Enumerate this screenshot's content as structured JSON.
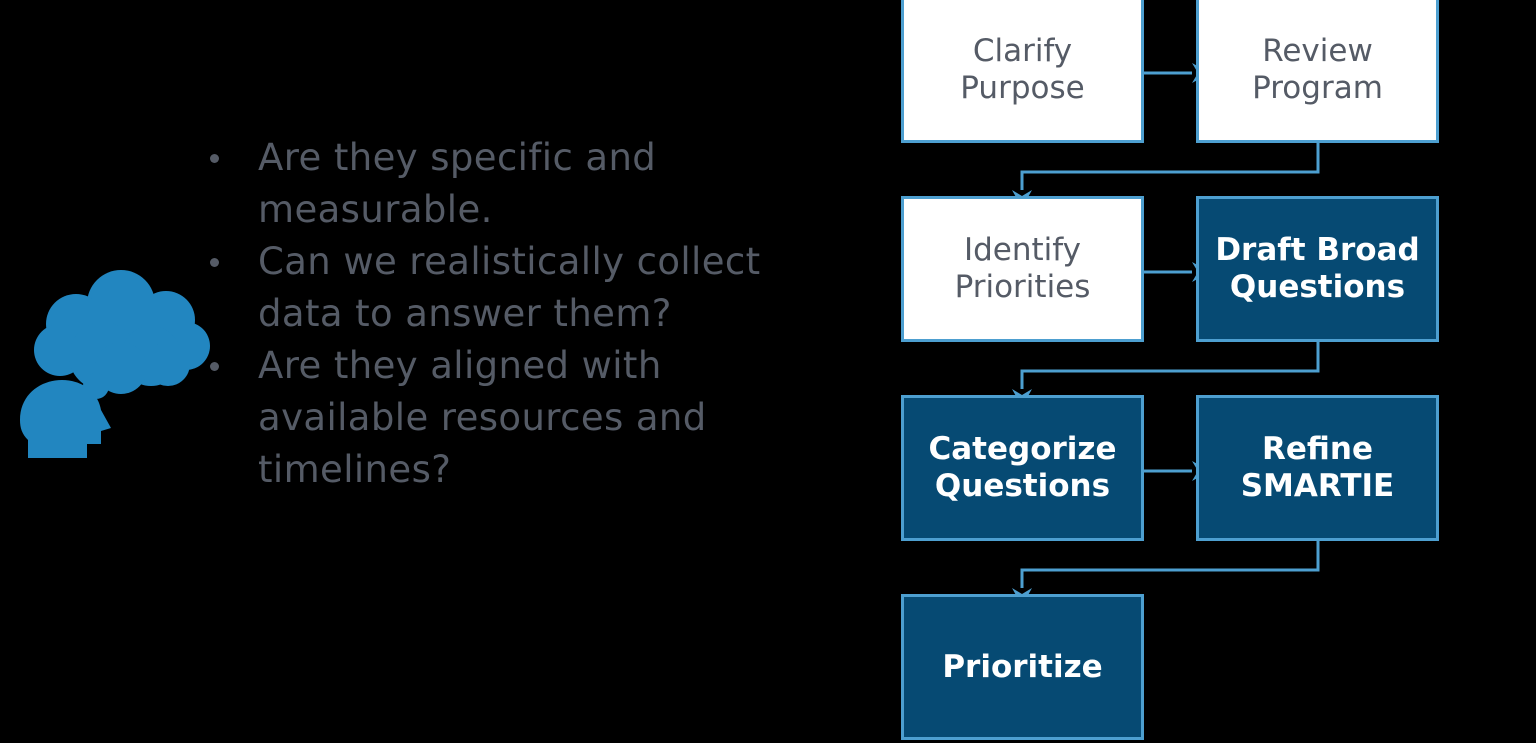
{
  "slide": {
    "background_color": "#000000",
    "accent_blue": "#2286c0",
    "node_dark_fill": "#064a73",
    "node_border": "#4d9fd0",
    "text_gray": "#555b66",
    "connector_color": "#4d9fd0"
  },
  "left_panel": {
    "icon": {
      "name": "thinking-head-icon",
      "color": "#2286c0"
    },
    "bullets": [
      "Are they specific and measurable.",
      "Can we realistically collect data to answer them?",
      "Are they aligned with available resources and timelines?"
    ]
  },
  "flowchart": {
    "nodes": [
      {
        "id": "clarify-purpose",
        "label": "Clarify\nPurpose",
        "style": "light"
      },
      {
        "id": "review-program",
        "label": "Review\nProgram",
        "style": "light"
      },
      {
        "id": "identify-priorities",
        "label": "Identify\nPriorities",
        "style": "light"
      },
      {
        "id": "draft-broad-questions",
        "label": "Draft Broad\nQuestions",
        "style": "dark"
      },
      {
        "id": "categorize-questions",
        "label": "Categorize\nQuestions",
        "style": "dark"
      },
      {
        "id": "refine-smartie",
        "label": "Refine\nSMARTIE",
        "style": "dark"
      },
      {
        "id": "prioritize",
        "label": "Prioritize",
        "style": "dark"
      }
    ],
    "connectors": [
      {
        "from": "clarify-purpose",
        "to": "review-program",
        "kind": "horizontal-arrow"
      },
      {
        "from": "review-program",
        "to": "identify-priorities",
        "kind": "elbow-down-arrow"
      },
      {
        "from": "identify-priorities",
        "to": "draft-broad-questions",
        "kind": "horizontal-arrow"
      },
      {
        "from": "draft-broad-questions",
        "to": "categorize-questions",
        "kind": "elbow-down-arrow"
      },
      {
        "from": "categorize-questions",
        "to": "refine-smartie",
        "kind": "horizontal-arrow"
      },
      {
        "from": "refine-smartie",
        "to": "prioritize",
        "kind": "elbow-down-arrow"
      }
    ]
  }
}
